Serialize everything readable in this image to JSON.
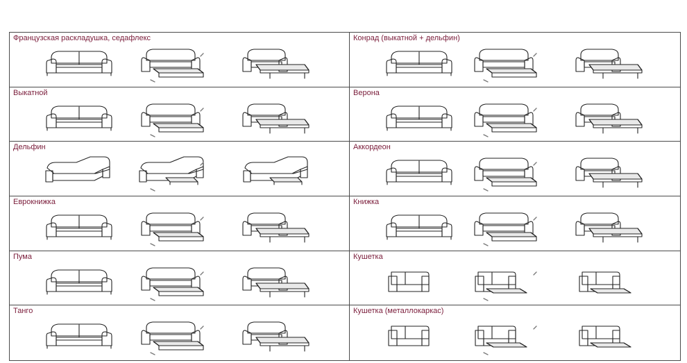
{
  "mechanisms": [
    {
      "name": "Французская раскладушка, седафлекс",
      "icons": [
        "sofa-closed-icon",
        "sofa-unfolding-icon",
        "sofa-bed-open-icon"
      ]
    },
    {
      "name": "Конрад (выкатной + дельфин)",
      "icons": [
        "sofa-closed-icon",
        "sofa-unfolding-icon",
        "sofa-bed-open-icon"
      ]
    },
    {
      "name": "Выкатной",
      "icons": [
        "sofa-closed-icon",
        "sofa-unfolding-icon",
        "sofa-bed-open-icon"
      ]
    },
    {
      "name": "Верона",
      "icons": [
        "sofa-closed-icon",
        "sofa-unfolding-icon",
        "sofa-bed-open-icon"
      ]
    },
    {
      "name": "Дельфин",
      "icons": [
        "corner-sofa-closed-icon",
        "corner-sofa-unfolding-icon",
        "corner-sofa-open-icon"
      ]
    },
    {
      "name": "Аккордеон",
      "icons": [
        "sofa-closed-icon",
        "sofa-unfolding-icon",
        "sofa-bed-open-icon"
      ]
    },
    {
      "name": "Еврокнижка",
      "icons": [
        "sofa-closed-icon",
        "sofa-unfolding-icon",
        "sofa-bed-open-icon"
      ]
    },
    {
      "name": "Книжка",
      "icons": [
        "sofa-closed-icon",
        "sofa-unfolding-icon",
        "sofa-bed-open-icon"
      ]
    },
    {
      "name": "Пума",
      "icons": [
        "sofa-closed-icon",
        "sofa-unfolding-icon",
        "sofa-bed-open-icon"
      ]
    },
    {
      "name": "Кушетка",
      "icons": [
        "couch-closed-icon",
        "couch-unfolding-icon",
        "couch-open-icon"
      ]
    },
    {
      "name": "Танго",
      "icons": [
        "sofa-closed-icon",
        "sofa-unfolding-icon",
        "sofa-bed-open-icon"
      ]
    },
    {
      "name": "Кушетка (металлокаркас)",
      "icons": [
        "couch-closed-icon",
        "couch-unfolding-icon",
        "couch-open-icon"
      ]
    }
  ],
  "colors": {
    "label": "#7a1c3a",
    "border": "#4a4a4a",
    "line": "#222222"
  }
}
